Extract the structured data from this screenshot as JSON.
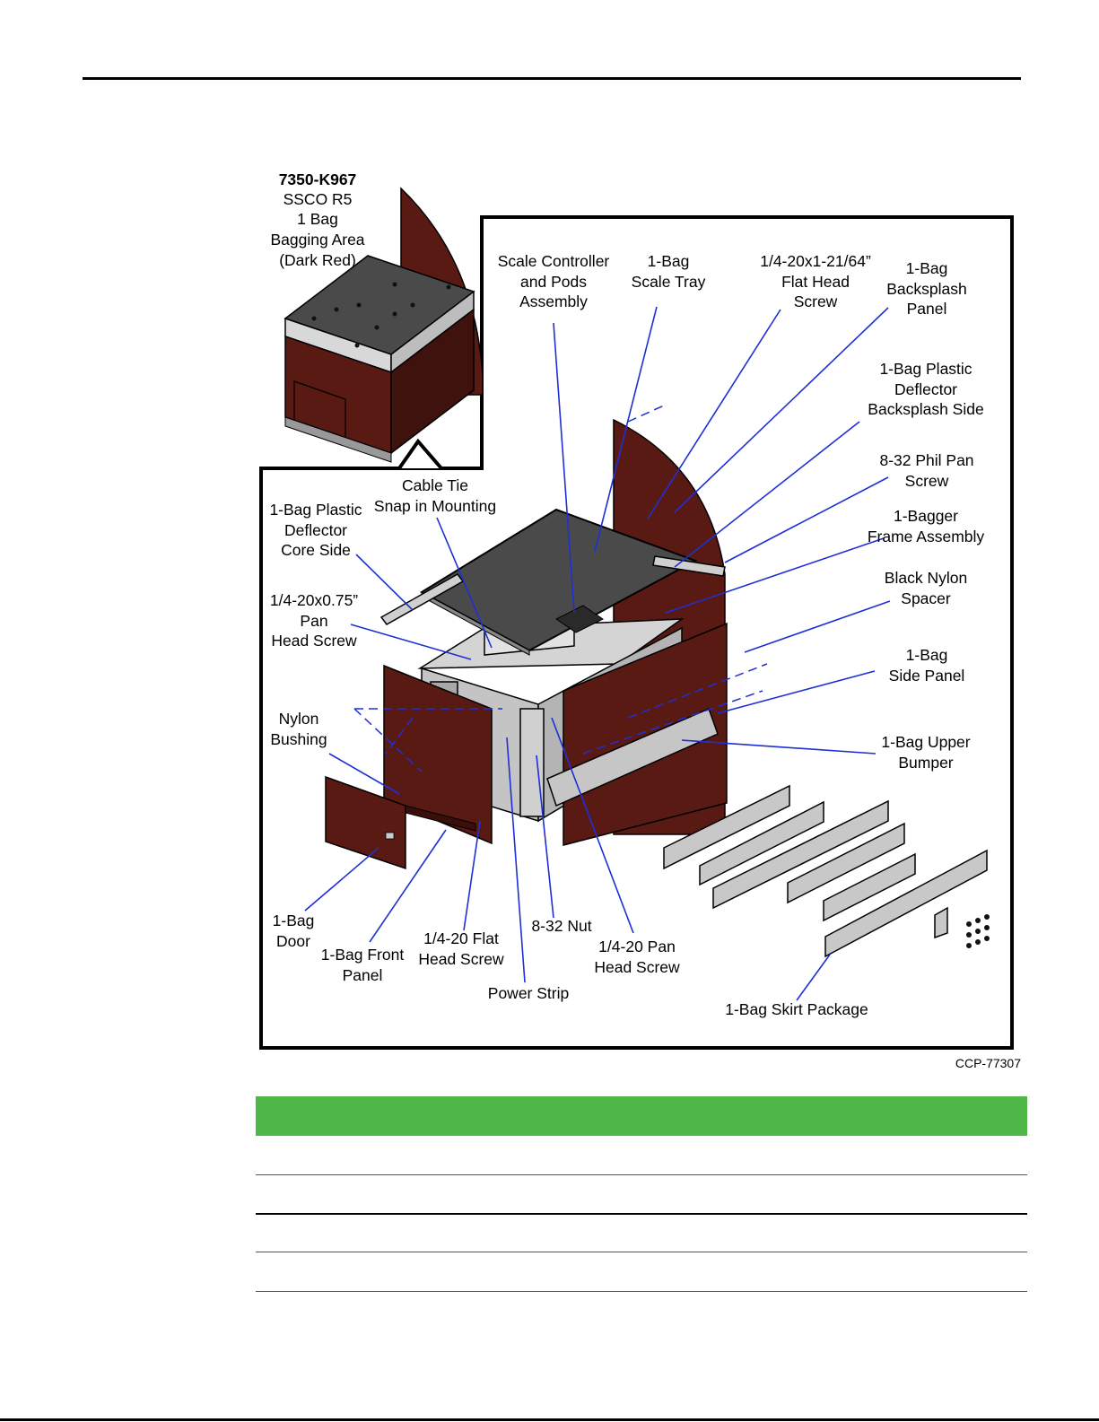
{
  "figure": {
    "inset": {
      "title": "7350-K967",
      "lines": [
        "SSCO R5",
        "1 Bag",
        "Bagging Area",
        "(Dark Red)"
      ]
    },
    "callouts": [
      {
        "id": "scale-controller",
        "text": "Scale Controller\nand Pods\nAssembly"
      },
      {
        "id": "scale-tray",
        "text": "1-Bag\nScale Tray"
      },
      {
        "id": "flat-head-screw-long",
        "text": "1/4-20x1-21/64”\nFlat Head\nScrew"
      },
      {
        "id": "backsplash-panel",
        "text": "1-Bag\nBacksplash\nPanel"
      },
      {
        "id": "deflector-backsplash",
        "text": "1-Bag Plastic\nDeflector\nBacksplash Side"
      },
      {
        "id": "phil-pan-screw",
        "text": "8-32 Phil Pan\nScrew"
      },
      {
        "id": "frame-assembly",
        "text": "1-Bagger\nFrame Assembly"
      },
      {
        "id": "nylon-spacer",
        "text": "Black Nylon\nSpacer"
      },
      {
        "id": "side-panel",
        "text": "1-Bag\nSide Panel"
      },
      {
        "id": "upper-bumper",
        "text": "1-Bag Upper\nBumper"
      },
      {
        "id": "cable-tie",
        "text": "Cable Tie\nSnap in Mounting"
      },
      {
        "id": "deflector-core",
        "text": "1-Bag Plastic\nDeflector\nCore Side"
      },
      {
        "id": "pan-head-screw-075",
        "text": "1/4-20x0.75”\nPan\nHead Screw"
      },
      {
        "id": "nylon-bushing",
        "text": "Nylon\nBushing"
      },
      {
        "id": "door",
        "text": "1-Bag\nDoor"
      },
      {
        "id": "front-panel",
        "text": "1-Bag Front\nPanel"
      },
      {
        "id": "flat-head-screw",
        "text": "1/4-20 Flat\nHead Screw"
      },
      {
        "id": "nut",
        "text": "8-32 Nut"
      },
      {
        "id": "power-strip",
        "text": "Power Strip"
      },
      {
        "id": "pan-head-screw",
        "text": "1/4-20 Pan\nHead Screw"
      },
      {
        "id": "skirt-package",
        "text": "1-Bag Skirt Package"
      }
    ],
    "figure_id": "CCP-77307",
    "colors": {
      "panel": "#5a1a14",
      "panel_dark": "#3a0e0a",
      "metal": "#c8c8c8",
      "tray": "#4a4a4a",
      "leader": "#1f2fd6"
    }
  },
  "table": {
    "header_color": "#4eb748"
  }
}
